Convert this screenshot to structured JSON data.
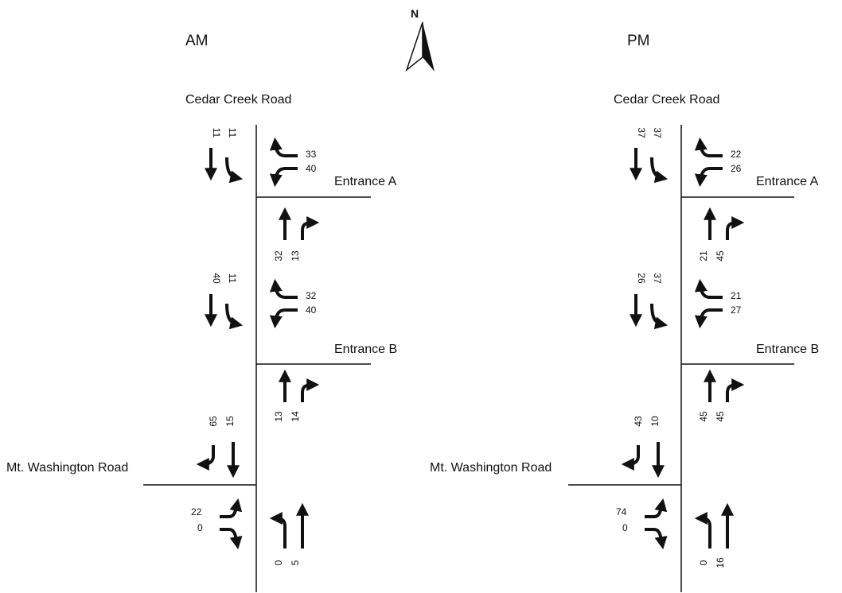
{
  "north_label": "N",
  "colors": {
    "ink": "#111111",
    "background": "#ffffff"
  },
  "panels": [
    {
      "id": "am",
      "period": "AM",
      "streets": {
        "main": "Cedar Creek Road",
        "entrance_a": "Entrance A",
        "entrance_b": "Entrance B",
        "cross": "Mt. Washington Road"
      },
      "volumes": {
        "a_sb_thru": "11",
        "a_sb_right": "11",
        "a_wb_left": "33",
        "a_wb_right": "40",
        "a_nb_thru": "32",
        "a_nb_right": "13",
        "b_sb_thru": "40",
        "b_sb_right": "11",
        "b_wb_left": "32",
        "b_wb_right": "40",
        "b_nb_thru": "13",
        "b_nb_right": "14",
        "c_sb_right": "65",
        "c_sb_thru": "15",
        "c_eb_left": "22",
        "c_eb_right": "0",
        "c_nb_left": "0",
        "c_nb_thru": "5"
      }
    },
    {
      "id": "pm",
      "period": "PM",
      "streets": {
        "main": "Cedar Creek Road",
        "entrance_a": "Entrance A",
        "entrance_b": "Entrance B",
        "cross": "Mt. Washington Road"
      },
      "volumes": {
        "a_sb_thru": "37",
        "a_sb_right": "37",
        "a_wb_left": "22",
        "a_wb_right": "26",
        "a_nb_thru": "21",
        "a_nb_right": "45",
        "b_sb_thru": "26",
        "b_sb_right": "37",
        "b_wb_left": "21",
        "b_wb_right": "27",
        "b_nb_thru": "45",
        "b_nb_right": "45",
        "c_sb_right": "43",
        "c_sb_thru": "10",
        "c_eb_left": "74",
        "c_eb_right": "0",
        "c_nb_left": "0",
        "c_nb_thru": "16"
      }
    }
  ]
}
